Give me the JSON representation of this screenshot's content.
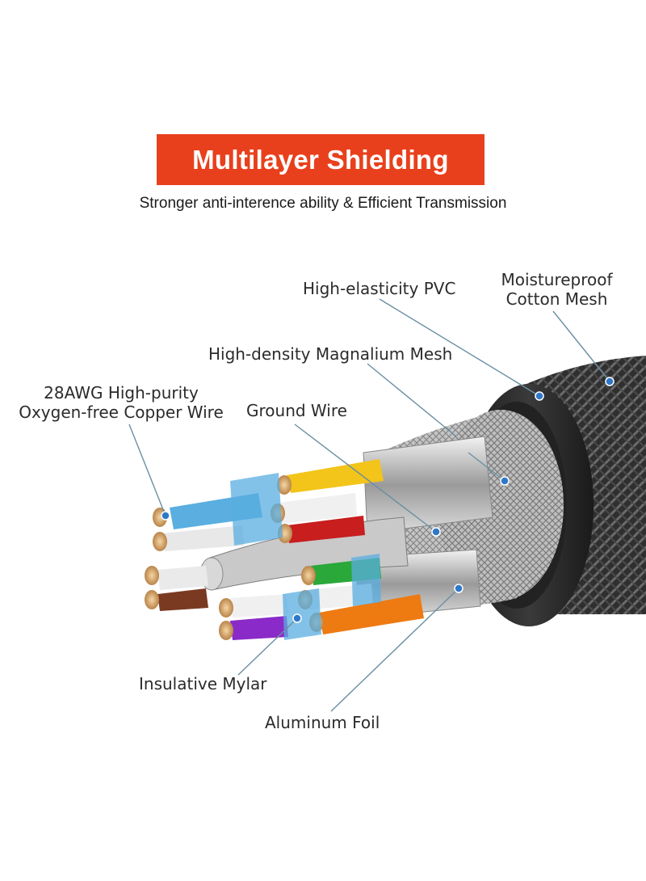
{
  "header": {
    "title": "Multilayer Shielding",
    "subtitle": "Stronger anti-interence ability & Efficient Transmission"
  },
  "labels": {
    "pvc": "High-elasticity PVC",
    "cotton_line1": "Moistureproof",
    "cotton_line2": "Cotton Mesh",
    "magnalium": "High-density Magnalium Mesh",
    "copper_line1": "28AWG High-purity",
    "copper_line2": "Oxygen-free Copper Wire",
    "ground": "Ground Wire",
    "mylar": "Insulative Mylar",
    "foil": "Aluminum Foil"
  },
  "colors": {
    "banner": "#e8401c",
    "callout_line": "#6a8fa3",
    "callout_dot": "#2f78c8",
    "jacket": "#2a2a2a",
    "copper": "#d9a96a",
    "wire_yellow": "#f3c419",
    "wire_red": "#c81e1e",
    "wire_green": "#2aa83a",
    "wire_orange": "#ee7a12",
    "wire_purple": "#8a2bc9",
    "wire_brown": "#7a3a22",
    "pair_shield_blue": "#5aaee0"
  }
}
